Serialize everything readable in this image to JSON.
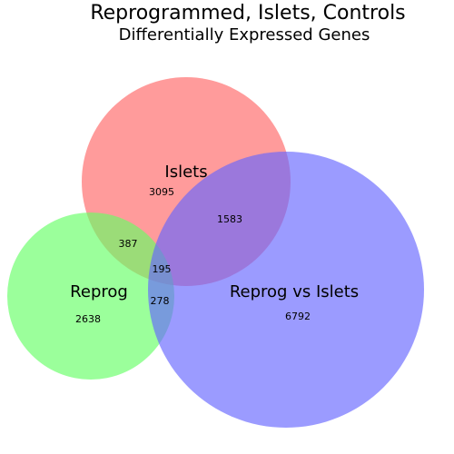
{
  "header": {
    "title": "Reprogrammed, Islets, Controls",
    "subtitle": "Differentially Expressed Genes"
  },
  "sets": [
    {
      "id": "islets",
      "label": "Islets",
      "color": "#ff6666"
    },
    {
      "id": "reprog",
      "label": "Reprog",
      "color": "#66ff66"
    },
    {
      "id": "reprog_vs_islets",
      "label": "Reprog vs Islets",
      "color": "#6666ff"
    }
  ],
  "regions": {
    "islets_only": "3095",
    "islets_and_reprog_vs_islets": "1583",
    "islets_and_reprog": "387",
    "all_three": "195",
    "reprog_only": "2638",
    "reprog_and_reprog_vs_islets": "278",
    "reprog_vs_islets_only": "6792"
  }
}
